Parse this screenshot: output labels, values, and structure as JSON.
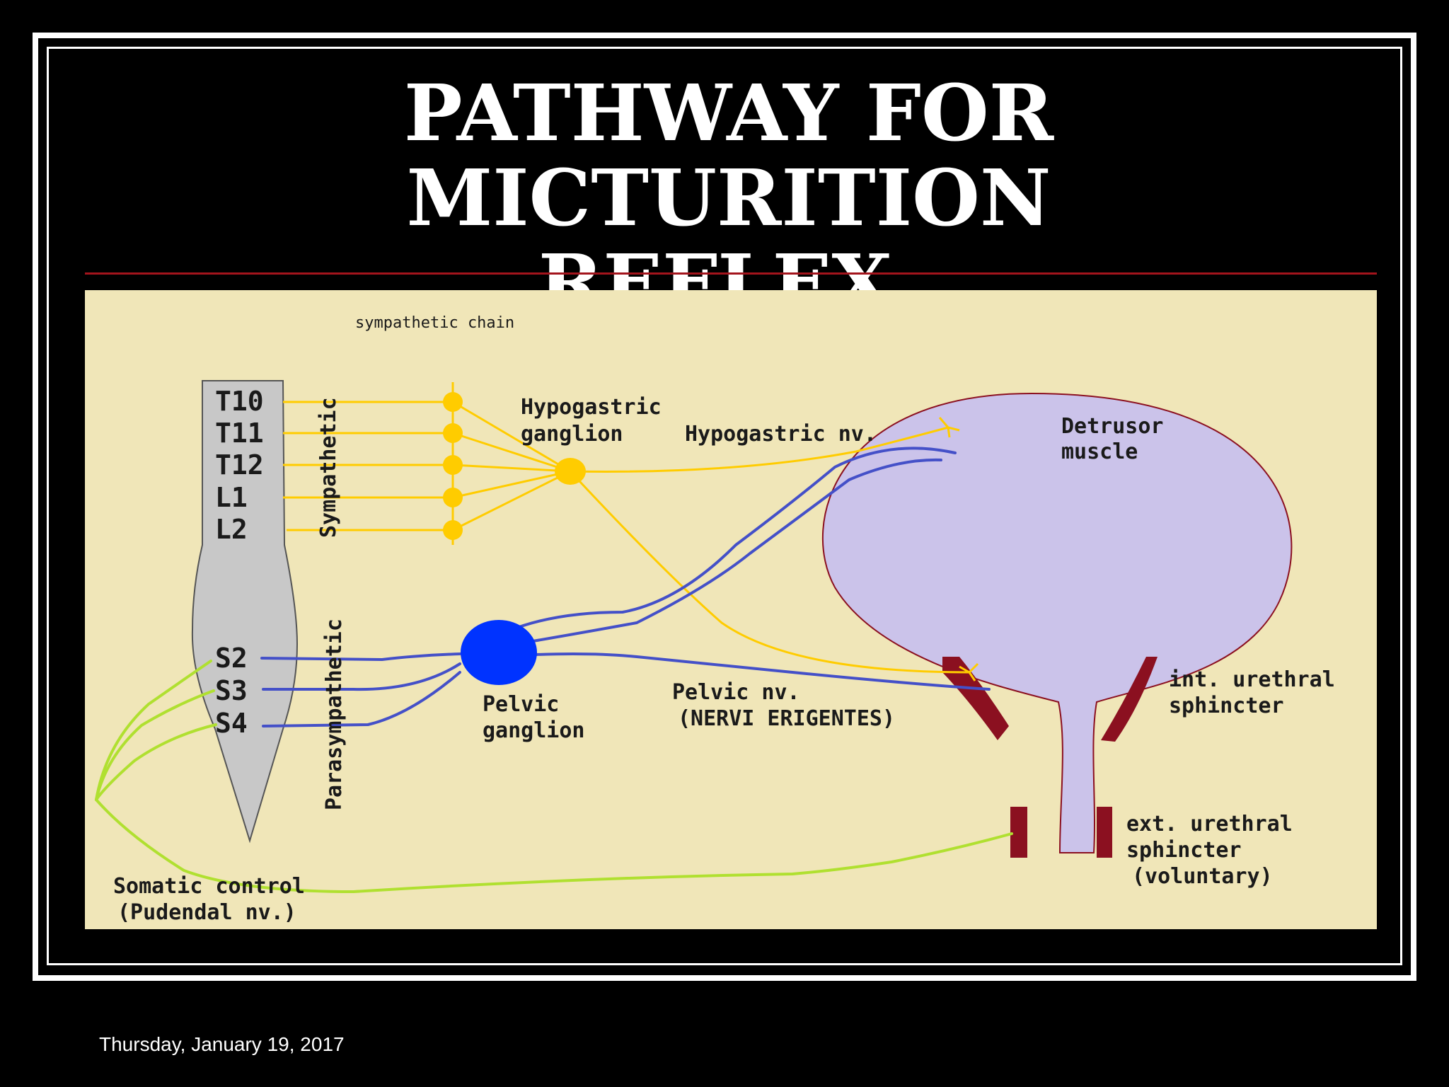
{
  "title": {
    "line1": "PATHWAY FOR MICTURITION",
    "line2": "REFLEX."
  },
  "footer": {
    "date": "Thursday, January 19, 2017"
  },
  "diagram": {
    "sympathetic_chain": "sympathetic chain",
    "segments": {
      "t10": "T10",
      "t11": "T11",
      "t12": "T12",
      "l1": "L1",
      "l2": "L2",
      "s2": "S2",
      "s3": "S3",
      "s4": "S4"
    },
    "sympathetic": "Sympathetic",
    "parasympathetic": "Parasympathetic",
    "hypogastric_ganglion": {
      "line1": "Hypogastric",
      "line2": "ganglion"
    },
    "hypogastric_nv": "Hypogastric nv.",
    "detrusor": {
      "line1": "Detrusor",
      "line2": "muscle"
    },
    "pelvic_ganglion": {
      "line1": "Pelvic",
      "line2": "ganglion"
    },
    "pelvic_nv": {
      "line1": "Pelvic nv.",
      "line2": "(NERVI ERIGENTES)"
    },
    "int_sphincter": {
      "line1": "int. urethral",
      "line2": "sphincter"
    },
    "ext_sphincter": {
      "line1": "ext. urethral",
      "line2": "sphincter",
      "line3": "(voluntary)"
    },
    "somatic": {
      "line1": "Somatic control",
      "line2": "(Pudendal nv.)"
    },
    "colors": {
      "background": "#f0e6b8",
      "sympathetic": "#ffcc00",
      "parasympathetic": "#4450c8",
      "pelvic_ganglion": "#0033ff",
      "somatic": "#b0e030",
      "bladder": "#cbc3ea",
      "sphincter": "#8b1020",
      "spinal_cord": "#c8c8c8"
    }
  }
}
